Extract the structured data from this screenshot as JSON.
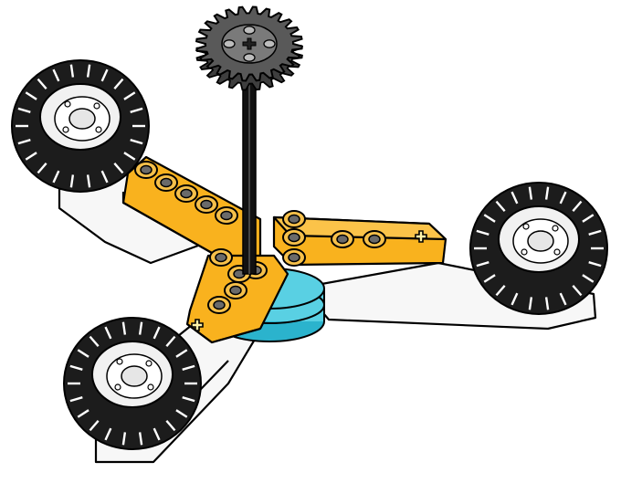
{
  "model": {
    "subject": "spinner-with-gear-axle-three-beams-and-three-wheels",
    "parts": {
      "gear": {
        "name": "gear",
        "tooth_count": 24
      },
      "axle": {
        "name": "axle"
      },
      "beams": {
        "name": "liftarm",
        "count": 3
      },
      "plates": {
        "name": "plate",
        "count": 3
      },
      "wheels": {
        "name": "wheel",
        "count": 3
      },
      "hub": {
        "name": "turntable"
      },
      "axle_hole_marks": {
        "name": "plus-sign",
        "count": 2
      }
    }
  },
  "colors": {
    "beam": "#F9B21E",
    "beam_shade": "#D89410",
    "gear": "#595959",
    "gear_dark": "#3e3e3e",
    "tire": "#1c1c1c",
    "rim": "#f1f1f1",
    "plate": "#f7f7f7",
    "hub": "#59D0E3",
    "hub_dark": "#2BB3CD",
    "outline": "#000000"
  }
}
